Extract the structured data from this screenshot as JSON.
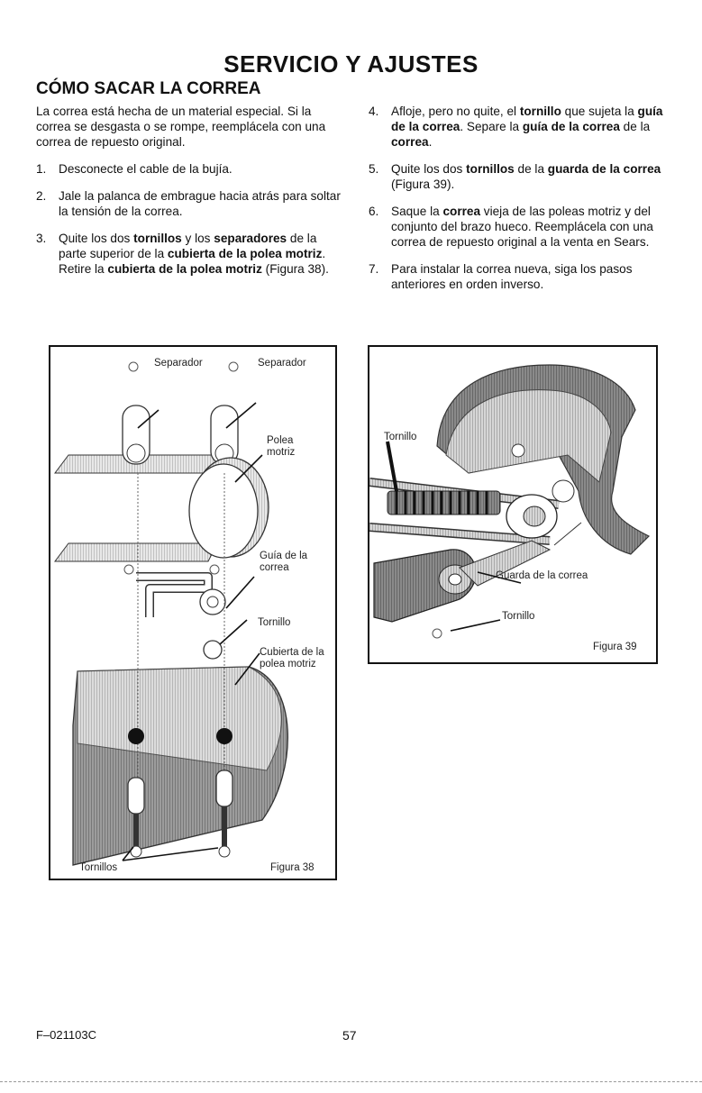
{
  "page": {
    "title": "SERVICIO Y AJUSTES",
    "section_title": "CÓMO SACAR LA CORREA",
    "intro": "La correa está hecha de un material especial. Si la correa se desgasta o se rompe, reemplácela con una correa de repuesto original.",
    "footer_code": "F–021103C",
    "page_number": "57"
  },
  "steps": [
    {
      "num": "1.",
      "parts": [
        {
          "t": "Desconecte el cable de la bujía."
        }
      ]
    },
    {
      "num": "2.",
      "parts": [
        {
          "t": "Jale la palanca de embrague hacia atrás para soltar la tensión de la correa."
        }
      ]
    },
    {
      "num": "3.",
      "parts": [
        {
          "t": "Quite los dos "
        },
        {
          "t": "tornillos",
          "b": true
        },
        {
          "t": " y los "
        },
        {
          "t": "separadores",
          "b": true
        },
        {
          "t": " de la parte superior de la "
        },
        {
          "t": "cubierta de la polea motriz",
          "b": true
        },
        {
          "t": ". Retire la "
        },
        {
          "t": "cubierta de la polea motriz",
          "b": true
        },
        {
          "t": " (Figura 38)."
        }
      ]
    },
    {
      "num": "4.",
      "parts": [
        {
          "t": "Afloje, pero no quite, el "
        },
        {
          "t": "tornillo",
          "b": true
        },
        {
          "t": " que sujeta la "
        },
        {
          "t": "guía de la correa",
          "b": true
        },
        {
          "t": ". Separe la "
        },
        {
          "t": "guía de la correa",
          "b": true
        },
        {
          "t": " de la "
        },
        {
          "t": "correa",
          "b": true
        },
        {
          "t": "."
        }
      ]
    },
    {
      "num": "5.",
      "parts": [
        {
          "t": "Quite los dos "
        },
        {
          "t": "tornillos",
          "b": true
        },
        {
          "t": " de la "
        },
        {
          "t": "guarda de la correa",
          "b": true
        },
        {
          "t": " (Figura 39)."
        }
      ]
    },
    {
      "num": "6.",
      "parts": [
        {
          "t": "Saque la "
        },
        {
          "t": "correa",
          "b": true
        },
        {
          "t": " vieja de las poleas motriz y del conjunto del brazo hueco. Reemplácela con una correa de repuesto original a la venta en Sears."
        }
      ]
    },
    {
      "num": "7.",
      "parts": [
        {
          "t": "Para instalar la correa nueva, siga los pasos anteriores en orden inverso."
        }
      ]
    }
  ],
  "figure38": {
    "caption": "Figura 38",
    "labels": {
      "separador_1": "Separador",
      "separador_2": "Separador",
      "polea_motriz": "Polea motriz",
      "guia_correa": "Guía de la correa",
      "tornillo": "Tornillo",
      "cubierta": "Cubierta de la polea motriz",
      "tornillos": "Tornillos"
    }
  },
  "figure39": {
    "caption": "Figura 39",
    "labels": {
      "tornillo_top": "Tornillo",
      "guarda": "Guarda de la correa",
      "tornillo_bottom": "Tornillo"
    }
  }
}
